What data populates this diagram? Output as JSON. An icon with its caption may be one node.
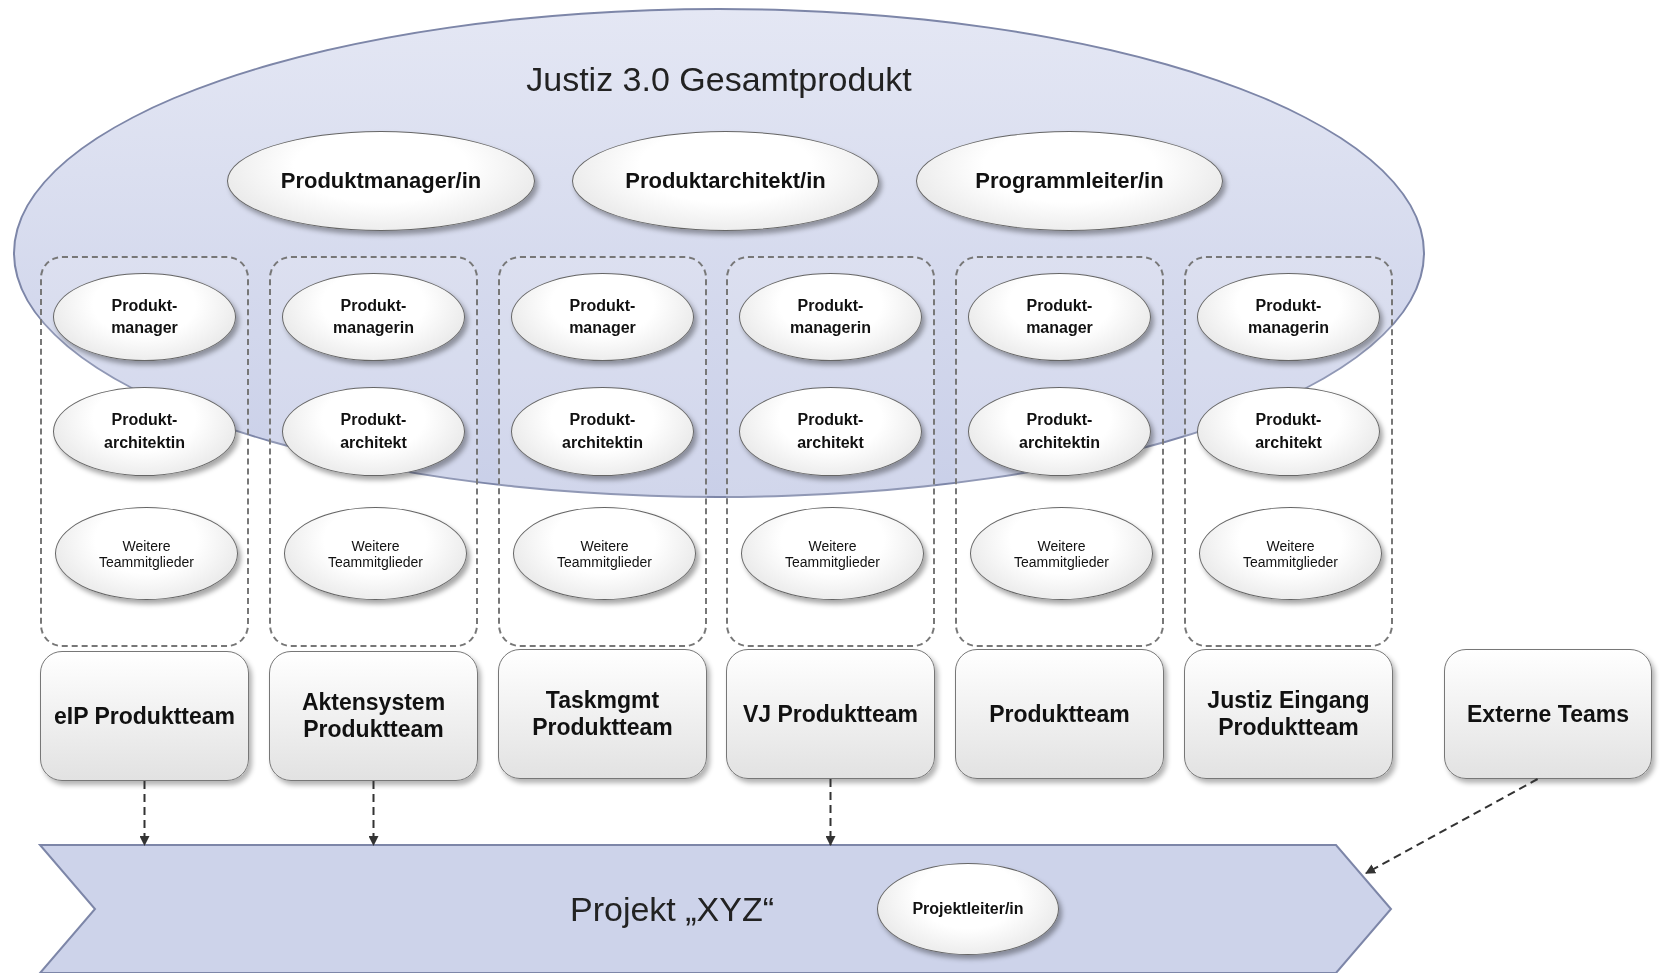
{
  "diagram": {
    "nodes": [
      {
        "text": [
          "Justiz 3.0 Gesamtprodukt"
        ]
      },
      {
        "text": [
          "Produktmanager/in"
        ],
        "in": 0
      },
      {
        "text": [
          "Produktarchitekt/in"
        ],
        "in": 0
      },
      {
        "text": [
          "Programmleiter/in"
        ],
        "in": 0
      },
      {
        "text": [],
        "shape": "box"
      },
      {
        "text": [
          "Produkt- manager"
        ]
      },
      {
        "text": [
          "Produkt- architektin"
        ]
      },
      {
        "text": [
          "Weitere Teammitglieder"
        ],
        "in": 4
      },
      {
        "text": [],
        "shape": "box"
      },
      {
        "text": [
          "Produkt- managerin"
        ]
      },
      {
        "text": [
          "Produkt- architekt"
        ]
      },
      {
        "text": [
          "Weitere Teammitglieder"
        ],
        "in": 8
      },
      {
        "text": [],
        "shape": "box"
      },
      {
        "text": [
          "Produkt- manager"
        ]
      },
      {
        "text": [
          "Produkt- architektin"
        ]
      },
      {
        "text": [
          "Weitere Teammitglieder"
        ],
        "in": 12
      },
      {
        "text": [],
        "shape": "box"
      },
      {
        "text": [
          "Produkt- managerin"
        ]
      },
      {
        "text": [
          "Produkt- architekt"
        ]
      },
      {
        "text": [
          "Weitere Teammitglieder"
        ],
        "in": 16
      },
      {
        "text": [],
        "shape": "box"
      },
      {
        "text": [
          "Produkt- manager"
        ]
      },
      {
        "text": [
          "Produkt- architektin"
        ]
      },
      {
        "text": [
          "Weitere Teammitglieder"
        ],
        "in": 20
      },
      {
        "text": [],
        "shape": "box"
      },
      {
        "text": [
          "Produkt- managerin"
        ]
      },
      {
        "text": [
          "Produkt- architekt"
        ]
      },
      {
        "text": [
          "Weitere Teammitglieder"
        ],
        "in": 24
      },
      {
        "text": [
          "eIP Produktteam"
        ]
      },
      {
        "text": [
          "Aktensystem Produktteam"
        ]
      },
      {
        "text": [
          "Taskmgmt Produktteam"
        ]
      },
      {
        "text": [
          "VJ Produktteam"
        ]
      },
      {
        "text": [
          "Produktteam"
        ]
      },
      {
        "text": [
          "Justiz Eingang Produktteam"
        ]
      },
      {
        "text": [
          "Externe Teams"
        ]
      },
      {
        "text": [
          "Projekt „XYZ“"
        ]
      },
      {
        "text": [
          "Projektleiter/in"
        ],
        "in": 35
      }
    ],
    "edges": [
      {
        "from": 28,
        "to": 35,
        "arrow": "to",
        "style": "dashed"
      },
      {
        "from": 29,
        "to": 35,
        "arrow": "to",
        "style": "dashed"
      },
      {
        "from": 31,
        "to": 35,
        "arrow": "to",
        "style": "dashed"
      },
      {
        "from": 34,
        "to": 35,
        "arrow": "to",
        "style": "dashed"
      }
    ]
  }
}
